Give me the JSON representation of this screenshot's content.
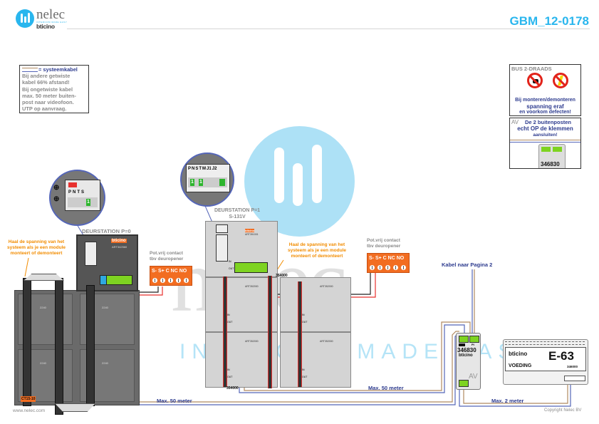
{
  "header": {
    "brand_name": "nelec",
    "brand_tagline": "INTERCOM MADE EASY",
    "partner_brand": "bticino",
    "document_code": "GBM_12-0178"
  },
  "colors": {
    "accent_blue": "#29b6ee",
    "navy_text": "#2e3c8f",
    "orange_text": "#f28c00",
    "relay_orange": "#f26d21",
    "cable_brown": "#b08a60",
    "cable_blue": "#5566b8",
    "wire_red": "#e8312f",
    "wire_black": "#222222"
  },
  "legend": {
    "title": "= systeemkabel",
    "lines": [
      "Bij andere getwiste",
      "kabel 66% afstand!",
      "Bij ongetwiste kabel",
      "max. 50 meter buiten-",
      "post naar videofoon.",
      "UTP op aanvraag."
    ]
  },
  "bus_warning": {
    "title": "BUS 2-DRAADS",
    "icons": [
      "no-plug-icon",
      "no-voltage-icon"
    ],
    "line1": "Bij monteren/demonteren",
    "line2": "spanning eraf",
    "line3": "en voorkom defecten!"
  },
  "av_note": {
    "prefix": "AV",
    "line1": "De 2 buitenposten",
    "line2": "echt OP de klemmen",
    "line3": "aansluiten!",
    "module_code": "346830"
  },
  "door_station_0": {
    "title": "DEURSTATION P=0",
    "article": "ART342560",
    "zoom_labels": [
      "P",
      "N",
      "T",
      "S"
    ],
    "jumper_value": "1",
    "frame_tag": "CT15-10",
    "module_label": "2240"
  },
  "door_station_1": {
    "title": "DEURSTATION P=1",
    "subtitle": "S-131V",
    "article": "ART351001",
    "zoom_labels": [
      "P",
      "N",
      "S",
      "T",
      "M",
      "J1",
      "J2"
    ],
    "jumper_values": [
      "1",
      "1"
    ],
    "module_article": "ART352000",
    "cable_tag": "354000",
    "in_label": "IN",
    "out_label": "OUT"
  },
  "warnings": {
    "power_off": [
      "Haal de spanning van het",
      "systeem als je een module",
      "monteert of demonteert"
    ]
  },
  "relay": {
    "title_line1": "Pot.vrij contact",
    "title_line2": "tbv deuropener",
    "terminals": "S-  S+ C NC NO"
  },
  "av_module": {
    "code": "346830",
    "brand": "bticino",
    "label": "AV",
    "pi_label": "PI"
  },
  "power_supply": {
    "brand": "bticino",
    "model": "E-63",
    "name": "VOEDING",
    "code": "346000"
  },
  "cable_labels": {
    "to_page2": "Kabel naar Pagina 2",
    "max50_a": "Max. 50 meter",
    "max50_b": "Max. 50 meter",
    "max2": "Max. 2 meter"
  },
  "footer": {
    "website": "www.nelec.com",
    "copyright": "Copyright Nelec BV"
  },
  "watermark": {
    "word": "nelec",
    "tagline": "INTERCOM MADE EASY"
  }
}
